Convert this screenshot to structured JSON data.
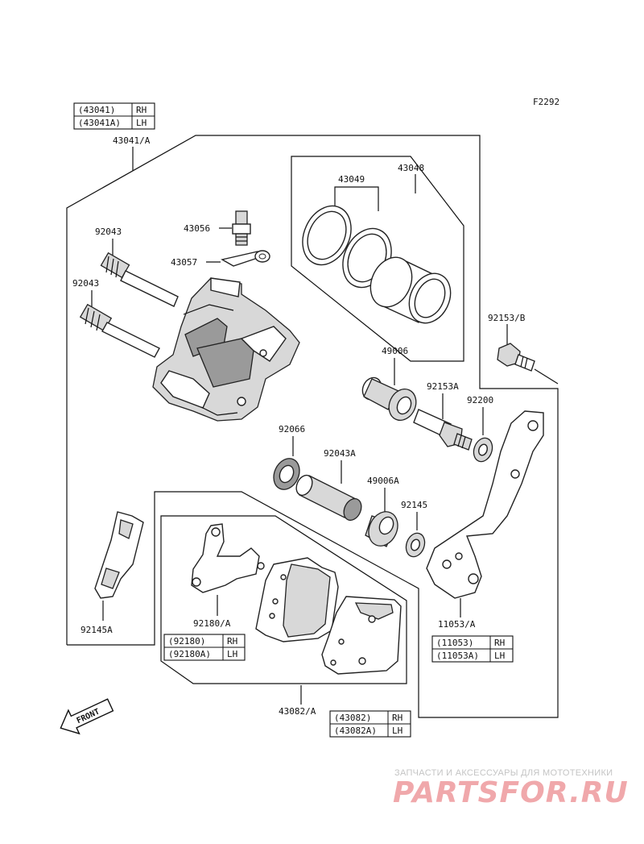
{
  "figure_code": "F2292",
  "labels": {
    "caliper_assy": "43041/A",
    "pin_upper": "92043",
    "pin_lower": "92043",
    "bleeder": "43056",
    "bleeder_cap": "43057",
    "seal": "43049",
    "piston_kit": "43048",
    "bolt_top": "92153/B",
    "boot_a": "49006",
    "bolt_mid": "92153A",
    "washer": "92200",
    "ring": "92066",
    "pin_sleeve": "92043A",
    "boot_b": "49006A",
    "washer_small": "92145",
    "bracket": "11053/A",
    "spring": "92145A",
    "shim": "92180/A",
    "pad_set": "43082/A"
  },
  "tables": {
    "caliper": [
      [
        "(43041)",
        "RH"
      ],
      [
        "(43041A)",
        "LH"
      ]
    ],
    "shim": [
      [
        "(92180)",
        "RH"
      ],
      [
        "(92180A)",
        "LH"
      ]
    ],
    "bracket": [
      [
        "(11053)",
        "RH"
      ],
      [
        "(11053A)",
        "LH"
      ]
    ],
    "pads": [
      [
        "(43082)",
        "RH"
      ],
      [
        "(43082A)",
        "LH"
      ]
    ]
  },
  "front_arrow": "FRONT",
  "watermark": {
    "tagline": "ЗАПЧАСТИ И АКСЕССУАРЫ ДЛЯ МОТОТЕХНИКИ",
    "brand": "PARTSFOR.RU",
    "color": "#e07a80"
  }
}
